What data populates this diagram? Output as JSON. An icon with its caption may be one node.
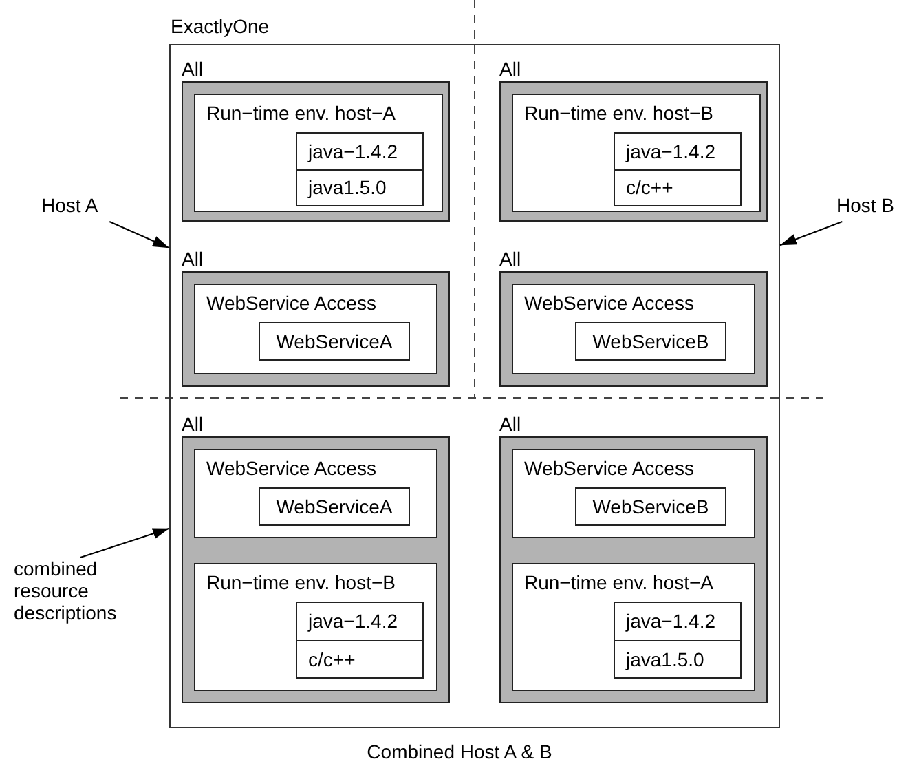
{
  "diagram": {
    "caption": "Combined Host A & B",
    "nodes": [
      {
        "text": [
          "ExactlyOne"
        ]
      },
      {
        "text": [
          "All"
        ],
        "in": 0
      },
      {
        "text": [
          "Run−time env. host−A"
        ],
        "in": 1
      },
      {
        "text": [
          "java−1.4.2",
          "java1.5.0"
        ],
        "in": 2
      },
      {
        "text": [
          "All"
        ],
        "in": 0
      },
      {
        "text": [
          "Run−time env. host−B"
        ],
        "in": 4
      },
      {
        "text": [
          "java−1.4.2",
          "c/c++"
        ],
        "in": 5
      },
      {
        "text": [
          "All"
        ],
        "in": 0
      },
      {
        "text": [
          "WebService Access"
        ],
        "in": 7
      },
      {
        "text": [
          "WebServiceA"
        ],
        "in": 8
      },
      {
        "text": [
          "All"
        ],
        "in": 0
      },
      {
        "text": [
          "WebService Access"
        ],
        "in": 10
      },
      {
        "text": [
          "WebServiceB"
        ],
        "in": 11
      },
      {
        "text": [
          "All"
        ],
        "in": 0
      },
      {
        "text": [
          "WebService Access"
        ],
        "in": 13
      },
      {
        "text": [
          "WebServiceA"
        ],
        "in": 14
      },
      {
        "text": [
          "Run−time env. host−B"
        ],
        "in": 13
      },
      {
        "text": [
          "java−1.4.2",
          "c/c++"
        ],
        "in": 16
      },
      {
        "text": [
          "All"
        ],
        "in": 0
      },
      {
        "text": [
          "WebService Access"
        ],
        "in": 18
      },
      {
        "text": [
          "WebServiceB"
        ],
        "in": 19
      },
      {
        "text": [
          "Run−time env. host−A"
        ],
        "in": 18
      },
      {
        "text": [
          "java−1.4.2",
          "java1.5.0"
        ],
        "in": 21
      },
      {
        "text": [
          "Host A"
        ]
      },
      {
        "text": [
          "Host B"
        ]
      },
      {
        "text": [
          "combined resource descriptions"
        ]
      }
    ],
    "edges": [
      {
        "from": 23,
        "to": 0,
        "arrow": "to"
      },
      {
        "from": 24,
        "to": 0,
        "arrow": "to"
      },
      {
        "from": 25,
        "to": 0,
        "arrow": "to"
      }
    ]
  }
}
